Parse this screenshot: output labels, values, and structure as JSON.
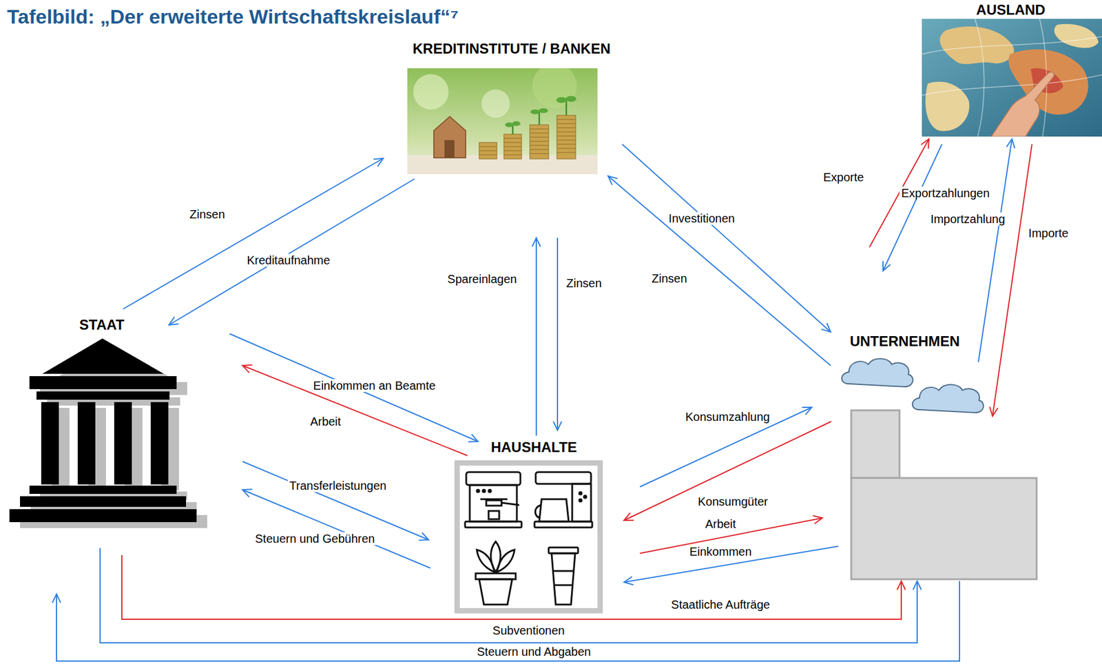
{
  "diagram": {
    "title": "Tafelbild: „Der erweiterte Wirtschaftskreislauf“⁷",
    "nodes": [
      {
        "text": [
          "AUSLAND"
        ]
      },
      {
        "text": [
          "KREDITINSTITUTE / BANKEN"
        ]
      },
      {
        "text": [
          "STAAT"
        ]
      },
      {
        "text": [
          "UNTERNEHMEN"
        ]
      },
      {
        "text": [
          "HAUSHALTE"
        ]
      }
    ],
    "edges": [
      {
        "from": 2,
        "to": 1,
        "label": "Zinsen",
        "arrow": "to"
      },
      {
        "from": 1,
        "to": 2,
        "label": "Kreditaufnahme",
        "arrow": "to"
      },
      {
        "from": 4,
        "to": 1,
        "label": "Spareinlagen",
        "arrow": "to"
      },
      {
        "from": 1,
        "to": 4,
        "label": "Zinsen",
        "arrow": "to"
      },
      {
        "from": 1,
        "to": 3,
        "label": "Investitionen",
        "arrow": "to"
      },
      {
        "from": 3,
        "to": 1,
        "label": "Zinsen",
        "arrow": "to"
      },
      {
        "from": 3,
        "to": 0,
        "label": "Exporte",
        "arrow": "to"
      },
      {
        "from": 0,
        "to": 3,
        "label": "Exportzahlungen",
        "arrow": "to"
      },
      {
        "from": 3,
        "to": 0,
        "label": "Importzahlung",
        "arrow": "to"
      },
      {
        "from": 0,
        "to": 3,
        "label": "Importe",
        "arrow": "to"
      },
      {
        "from": 2,
        "to": 4,
        "label": "Einkommen an Beamte",
        "arrow": "to"
      },
      {
        "from": 4,
        "to": 2,
        "label": "Arbeit",
        "arrow": "to"
      },
      {
        "from": 2,
        "to": 4,
        "label": "Transferleistungen",
        "arrow": "to"
      },
      {
        "from": 4,
        "to": 2,
        "label": "Steuern und Gebühren",
        "arrow": "to"
      },
      {
        "from": 4,
        "to": 3,
        "label": "Konsumzahlung",
        "arrow": "to"
      },
      {
        "from": 3,
        "to": 4,
        "label": "Konsumgüter",
        "arrow": "to"
      },
      {
        "from": 4,
        "to": 3,
        "label": "Arbeit",
        "arrow": "to"
      },
      {
        "from": 3,
        "to": 4,
        "label": "Einkommen",
        "arrow": "to"
      },
      {
        "from": 2,
        "to": 3,
        "label": "Staatliche Aufträge",
        "arrow": "to"
      },
      {
        "from": 2,
        "to": 3,
        "label": "Subventionen",
        "arrow": "to"
      },
      {
        "from": 3,
        "to": 2,
        "label": "Steuern und Abgaben",
        "arrow": "to"
      }
    ]
  }
}
